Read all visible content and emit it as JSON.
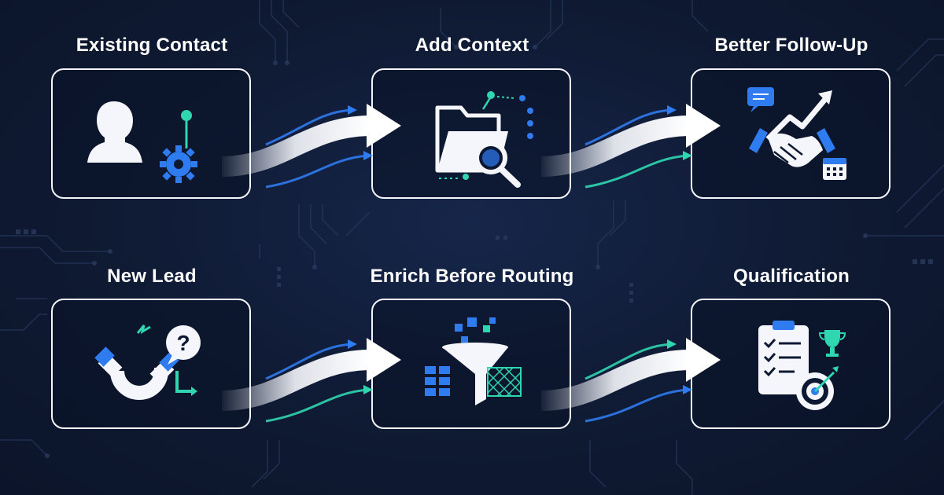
{
  "steps": {
    "existing_contact": "Existing Contact",
    "add_context": "Add Context",
    "better_follow_up": "Better Follow-Up",
    "new_lead": "New Lead",
    "enrich_before_routing": "Enrich Before Routing",
    "qualification": "Qualification"
  },
  "colors": {
    "background": "#0f1a33",
    "card_border": "#f4f6fb",
    "accent_blue": "#2f7bf0",
    "accent_teal": "#2fd6b0",
    "icon_white": "#f4f6fb"
  },
  "icons": {
    "existing_contact": "user-gear-icon",
    "add_context": "folder-search-icon",
    "better_follow_up": "handshake-growth-icon",
    "new_lead": "magnet-question-icon",
    "enrich_before_routing": "funnel-data-icon",
    "qualification": "checklist-target-icon"
  }
}
